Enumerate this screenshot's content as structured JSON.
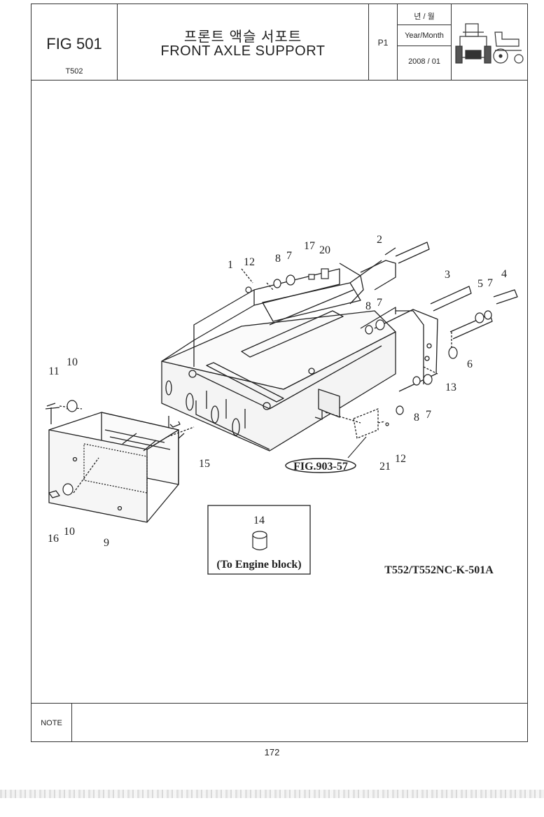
{
  "header": {
    "fig_label": "FIG 501",
    "model": "T502",
    "title_ko": "프론트 액슬 서포트",
    "title_en": "FRONT AXLE  SUPPORT",
    "page": "P1",
    "ym_ko": "년 / 월",
    "ym_en": "Year/Month",
    "date": "2008 / 01"
  },
  "diagram": {
    "callouts": [
      "1",
      "2",
      "3",
      "4",
      "5",
      "6",
      "7",
      "8",
      "9",
      "10",
      "11",
      "12",
      "13",
      "14",
      "15",
      "16",
      "17",
      "20",
      "21"
    ],
    "fig_ref": "FIG.903-57",
    "inset_label": "(To Engine block)",
    "drawing_code": "T552/T552NC-K-501A"
  },
  "note_label": "NOTE",
  "page_number": "172"
}
